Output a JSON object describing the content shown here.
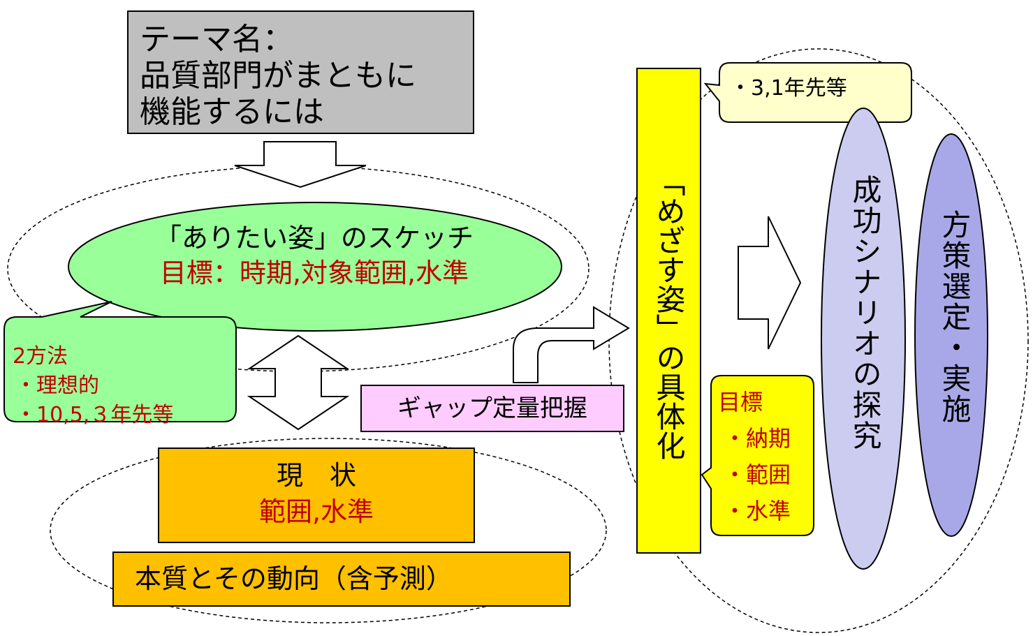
{
  "theme": {
    "lines": [
      "テーマ名：",
      "品質部門がまともに",
      "機能するには"
    ]
  },
  "ideal": {
    "title": "「ありたい姿」のスケッチ",
    "target": "目標：時期,対象範囲,水準"
  },
  "methods": {
    "title": "2方法",
    "items": [
      "・理想的",
      "・10,5,３年先等"
    ]
  },
  "current": {
    "title": "現　状",
    "detail": "範囲,水準"
  },
  "essence": "本質とその動向（含予測）",
  "gap": "ギャップ定量把握",
  "target_shape": "「めざす姿」の具体化",
  "time_note": "・3,1年先等",
  "target_note": {
    "title": "目標",
    "items": [
      "・納期",
      "・範囲",
      "・水準"
    ]
  },
  "scenario": "成功シナリオの探究",
  "policy": "方策選定・実施",
  "colors": {
    "theme_bg": "#bfbfbf",
    "ideal_bg": "#99ff99",
    "methods_bg": "#99ff99",
    "current_bg": "#ffc000",
    "gap_bg": "#ffccff",
    "target_bg": "#ffff00",
    "time_note_bg": "#ffffcc",
    "target_note_bg": "#ffff00",
    "scenario_bg": "#ccccf0",
    "policy_bg": "#a8a8e8",
    "emphasis": "#c00000"
  }
}
